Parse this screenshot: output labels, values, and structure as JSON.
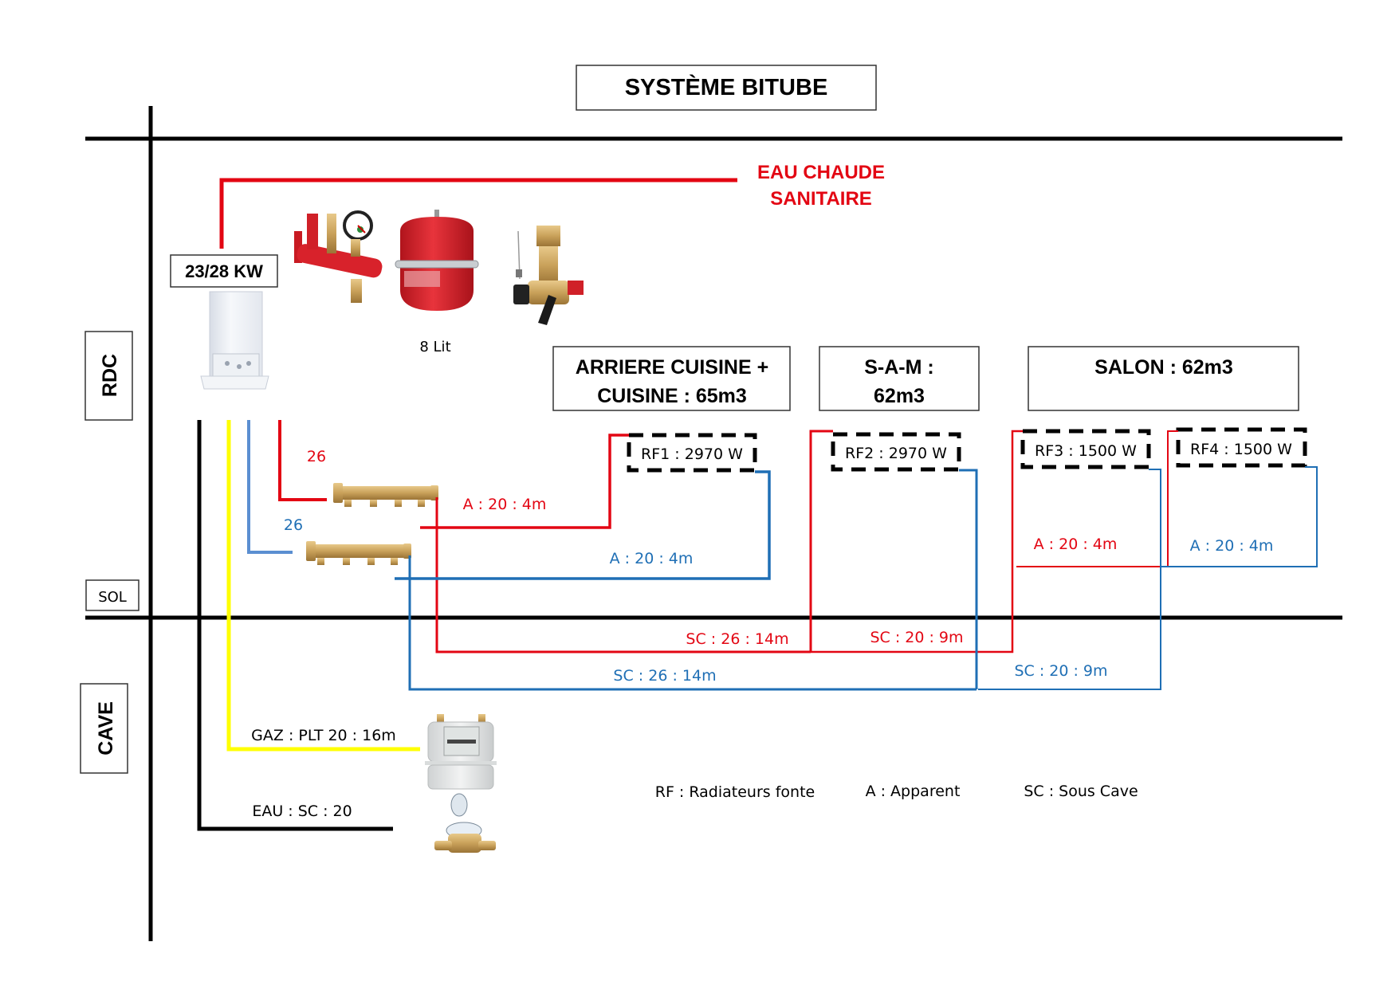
{
  "title": "SYSTÈME BITUBE",
  "hot_water": {
    "line1": "EAU CHAUDE",
    "line2": "SANITAIRE",
    "color": "#e30613"
  },
  "boiler": {
    "power_label": "23/28 KW",
    "icon": "boiler-icon"
  },
  "equipment": {
    "safety_group_icon": "safety-group-icon",
    "expansion_vessel_icon": "expansion-vessel-icon",
    "expansion_vessel_label": "8 Lit",
    "valve_icon": "valve-icon"
  },
  "levels": {
    "rdc": "RDC",
    "sol": "SOL",
    "cave": "CAVE"
  },
  "rooms": [
    {
      "line1": "ARRIERE CUISINE +",
      "line2": "CUISINE : 65m3"
    },
    {
      "line1": "S-A-M :",
      "line2": "62m3"
    },
    {
      "line1": "SALON : 62m3",
      "line2": ""
    }
  ],
  "radiators": [
    {
      "label": "RF1 : 2970 W"
    },
    {
      "label": "RF2 : 2970 W"
    },
    {
      "label": "RF3 : 1500 W"
    },
    {
      "label": "RF4 : 1500 W"
    }
  ],
  "pipes": {
    "supply_diameter": "26",
    "return_diameter": "26",
    "rf1_supply": "A : 20 : 4m",
    "rf1_return": "A : 20 : 4m",
    "sc_supply_1": "SC : 26 : 14m",
    "sc_supply_2": "SC : 20 : 9m",
    "sc_return_1": "SC : 26 : 14m",
    "sc_return_2": "SC : 20 : 9m",
    "rf3_supply": "A : 20 : 4m",
    "rf4_return": "A : 20 : 4m",
    "gas": "GAZ : PLT 20 : 16m",
    "water": "EAU : SC : 20"
  },
  "legend": [
    "RF : Radiateurs fonte",
    "A : Apparent",
    "SC : Sous Cave"
  ],
  "colors": {
    "supply": "#e30613",
    "return": "#1f6fb5",
    "return_light": "#5b8fd1",
    "gas": "#ffff00",
    "water": "#000000",
    "structure": "#000000",
    "brass": "#c9a15a"
  }
}
